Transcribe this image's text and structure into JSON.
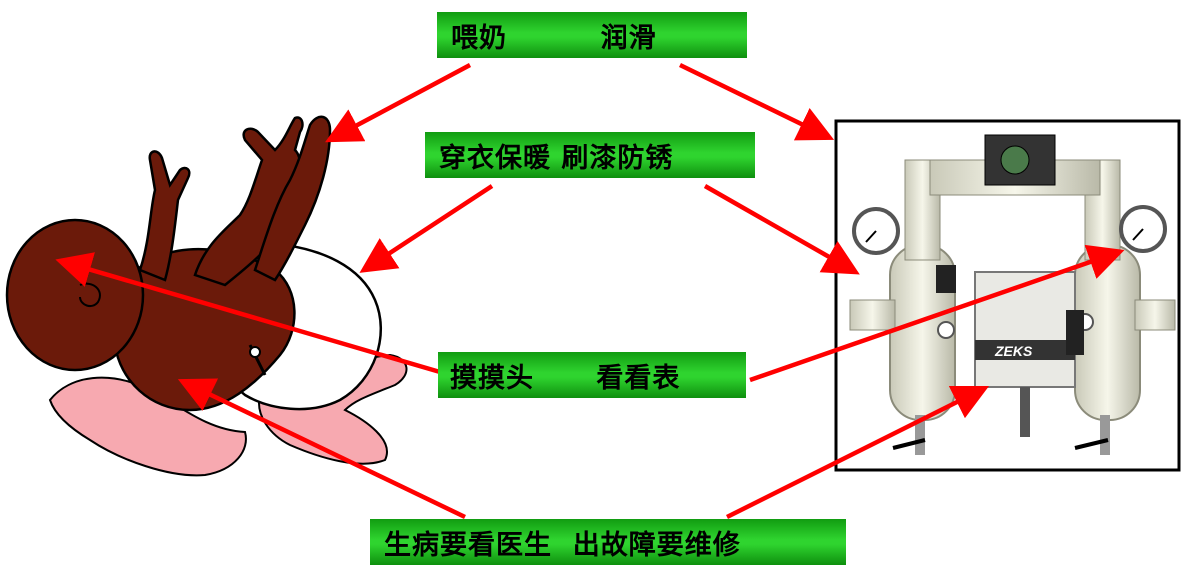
{
  "labels": {
    "feed": "喂奶         润滑",
    "clothes": "穿衣保暖 刷漆防锈",
    "touch": "摸摸头      看看表",
    "sick": "生病要看医生  出故障要维修"
  },
  "machine": {
    "brand_plate": "ZEKS"
  },
  "colors": {
    "arrow": "#ff0000",
    "label_bg": "#22c322",
    "skin": "#6b1a0a",
    "hand": "#f7a9b0"
  }
}
